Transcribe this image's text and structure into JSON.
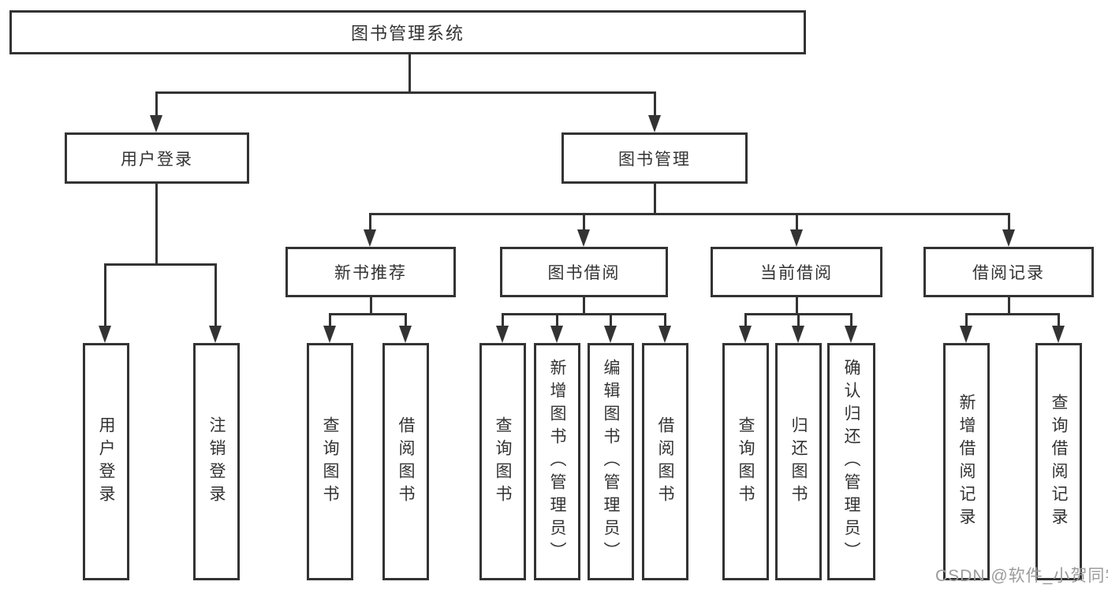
{
  "diagram": {
    "root": {
      "label": "图书管理系统"
    },
    "level2": [
      {
        "label": "用户登录"
      },
      {
        "label": "图书管理"
      }
    ],
    "level3": [
      {
        "label": "新书推荐"
      },
      {
        "label": "图书借阅"
      },
      {
        "label": "当前借阅"
      },
      {
        "label": "借阅记录"
      }
    ],
    "leaves": {
      "user_login": [
        {
          "label": "用户登录"
        },
        {
          "label": "注销登录"
        }
      ],
      "new_books": [
        {
          "label": "查询图书"
        },
        {
          "label": "借阅图书"
        }
      ],
      "borrowing": [
        {
          "label": "查询图书"
        },
        {
          "label": "新增图书（管理员）"
        },
        {
          "label": "编辑图书（管理员）"
        },
        {
          "label": "借阅图书"
        }
      ],
      "current": [
        {
          "label": "查询图书"
        },
        {
          "label": "归还图书"
        },
        {
          "label": "确认归还（管理员）"
        }
      ],
      "records": [
        {
          "label": "新增借阅记录"
        },
        {
          "label": "查询借阅记录"
        }
      ]
    },
    "colors": {
      "line": "#333333",
      "box_bg": "#ffffff",
      "text": "#333333",
      "watermark": "#9b9b9b"
    }
  },
  "watermark": {
    "text": "CSDN @软件_小贺同学"
  }
}
